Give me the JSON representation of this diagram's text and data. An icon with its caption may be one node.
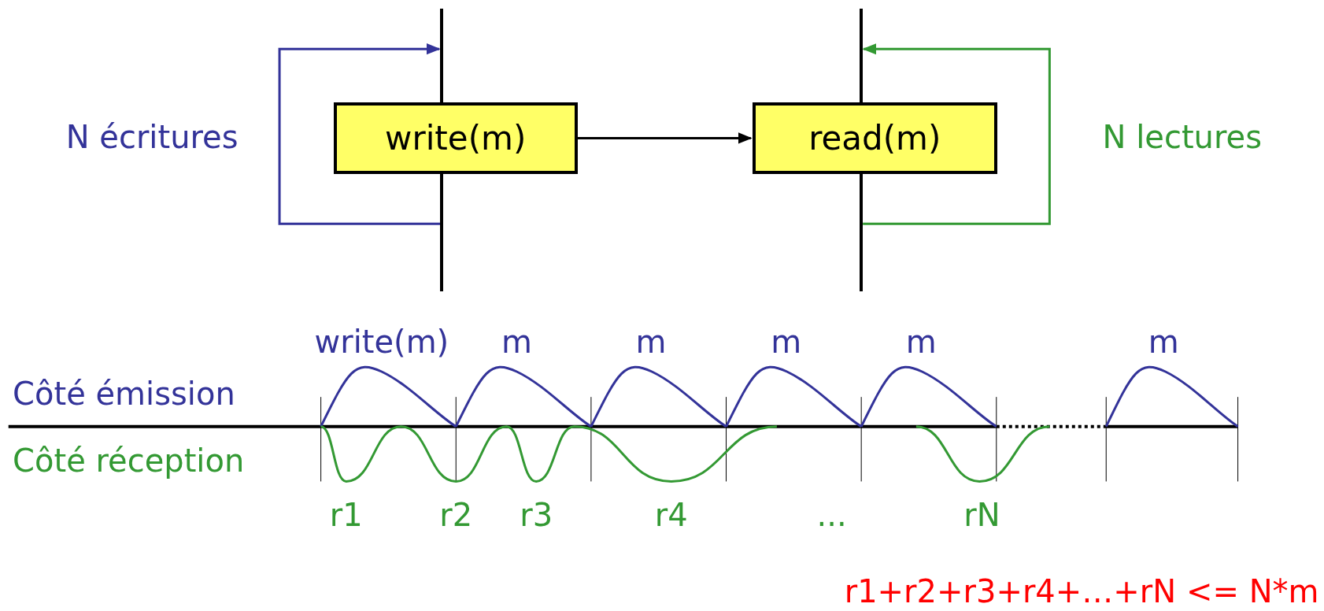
{
  "diagram": {
    "nodes": [
      {
        "text": [],
        "shape": "bar"
      },
      {
        "text": [
          "write(m)"
        ]
      },
      {
        "text": [],
        "shape": "bar"
      },
      {
        "text": [
          "read(m)"
        ]
      }
    ],
    "edges": [
      {
        "from": 0,
        "to": 0,
        "arrow": "to",
        "label": "N écritures",
        "color": "#333399"
      },
      {
        "from": 1,
        "to": 3,
        "arrow": "to",
        "color": "#000000"
      },
      {
        "from": 2,
        "to": 2,
        "arrow": "to",
        "label": "N lectures",
        "color": "#339933"
      }
    ],
    "labels": [
      "write(m)",
      "m",
      "m",
      "m",
      "m",
      "m",
      "Côté émission",
      "Côté réception",
      "r1",
      "r2",
      "r3",
      "r4",
      "...",
      "rN",
      "r1+r2+r3+r4+…+rN <= N*m"
    ]
  }
}
